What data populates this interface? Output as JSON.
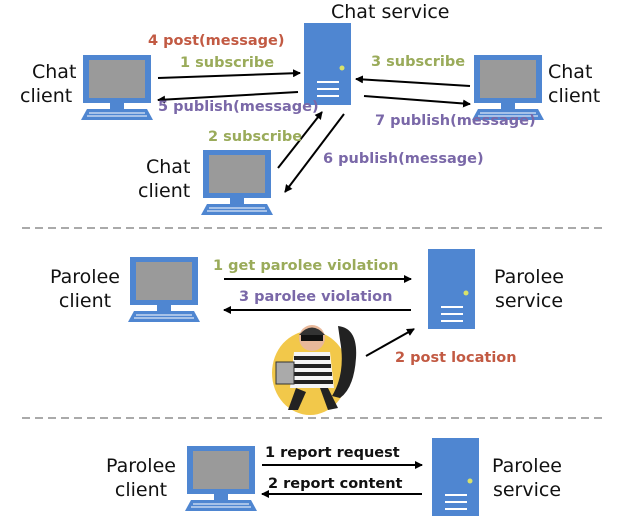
{
  "colors": {
    "green": "#9aab5a",
    "purple": "#7a68a8",
    "red": "#c25a43",
    "device_blue": "#4f86d1",
    "screen_gray": "#9a9a9a",
    "divider": "#aaaaaa"
  },
  "section1": {
    "service": {
      "label": "Chat service",
      "icon": "server-icon"
    },
    "client_left": {
      "line1": "Chat",
      "line2": "client",
      "icon": "computer-icon"
    },
    "client_right": {
      "line1": "Chat",
      "line2": "client",
      "icon": "computer-icon"
    },
    "client_bottom": {
      "line1": "Chat",
      "line2": "client",
      "icon": "computer-icon"
    },
    "messages": {
      "post": "4 post(message)",
      "subscribe1": "1 subscribe",
      "publish5": "5 publish(message)",
      "subscribe3": "3 subscribe",
      "publish7": "7 publish(message)",
      "subscribe2": "2 subscribe",
      "publish6": "6 publish(message)"
    }
  },
  "section2": {
    "client": {
      "line1": "Parolee",
      "line2": "client",
      "icon": "computer-icon"
    },
    "service": {
      "line1": "Parolee",
      "line2": "service",
      "icon": "server-icon"
    },
    "burglar": {
      "icon": "burglar-clipart-icon"
    },
    "messages": {
      "get_violation": "1 get parolee violation",
      "violation": "3 parolee violation",
      "post_location": "2 post location"
    }
  },
  "section3": {
    "client": {
      "line1": "Parolee",
      "line2": "client",
      "icon": "computer-icon"
    },
    "service": {
      "line1": "Parolee",
      "line2": "service",
      "icon": "server-icon"
    },
    "messages": {
      "report_request": "1 report request",
      "report_content": "2 report content"
    }
  }
}
